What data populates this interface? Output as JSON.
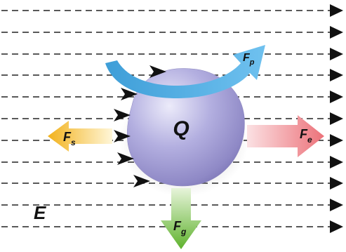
{
  "diagram": {
    "charge_label": "Q",
    "field_label": "E",
    "forces": {
      "propulsion": {
        "base": "F",
        "sub": "p",
        "color": "#49a8e0"
      },
      "stokes": {
        "base": "F",
        "sub": "s",
        "color": "#f3b52a"
      },
      "electric": {
        "base": "F",
        "sub": "e",
        "color": "#ef7f86"
      },
      "gravity": {
        "base": "F",
        "sub": "g",
        "color": "#6cbc3a"
      }
    },
    "colors": {
      "particle": "#a7a3d8",
      "field_lines": "#222222",
      "arrowheads": "#111111"
    }
  }
}
